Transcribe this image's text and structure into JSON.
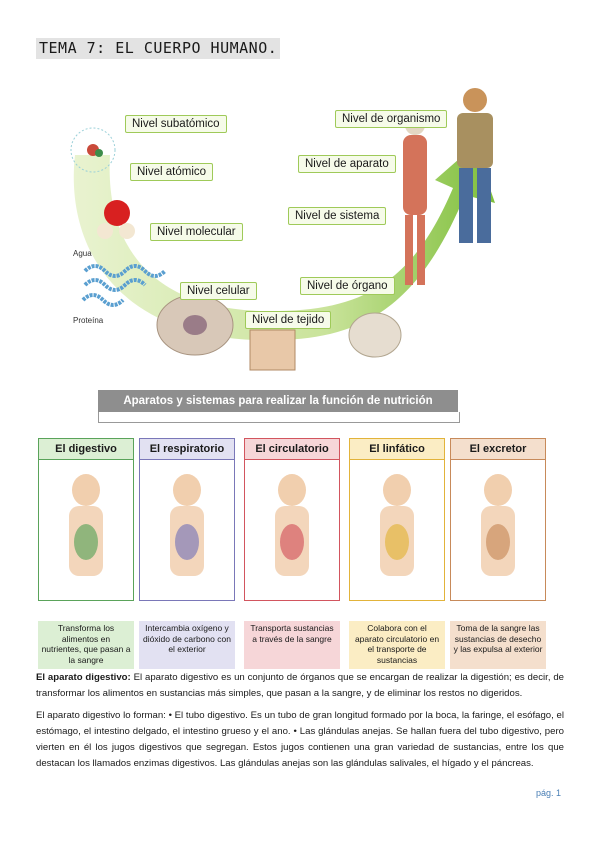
{
  "title": "Tema 7: El cuerpo humano.",
  "levels": {
    "subatomic": "Nivel subatómico",
    "atomic": "Nivel atómico",
    "molecular": "Nivel molecular",
    "cellular": "Nivel celular",
    "tissue": "Nivel de tejido",
    "organ": "Nivel de órgano",
    "system": "Nivel de sistema",
    "apparatus": "Nivel de aparato",
    "organism": "Nivel de organismo",
    "water": "Agua",
    "protein": "Proteína"
  },
  "systems": {
    "title": "Aparatos y sistemas para realizar la función de nutrición",
    "cards": [
      {
        "name": "El digestivo",
        "desc": "Transforma los alimentos en nutrientes, que pasan a la sangre",
        "color": "#5aa35a",
        "bg": "#dcefd4"
      },
      {
        "name": "El respiratorio",
        "desc": "Intercambia oxígeno y dióxido de carbono con el exterior",
        "color": "#7a77b8",
        "bg": "#e2e1f2"
      },
      {
        "name": "El circulatorio",
        "desc": "Transporta sustancias a través de la sangre",
        "color": "#d2555e",
        "bg": "#f6d6d8"
      },
      {
        "name": "El linfático",
        "desc": "Colabora con el aparato circulatorio en el transporte de sustancias",
        "color": "#e2b33a",
        "bg": "#fbedc4"
      },
      {
        "name": "El excretor",
        "desc": "Toma de la sangre las sustancias de desecho y las expulsa al exterior",
        "color": "#c78a5a",
        "bg": "#f4dfcd"
      }
    ]
  },
  "paragraph1": {
    "lead": "El aparato digestivo:",
    "text": " El aparato digestivo es un conjunto de órganos que se encargan de realizar la digestión; es decir, de transformar los alimentos en sustancias más simples, que pasan a la sangre, y de eliminar los restos no digeridos."
  },
  "paragraph2": "El aparato digestivo lo forman: • El tubo digestivo. Es un tubo de gran longitud formado por la boca, la faringe, el esófago, el estómago, el intestino delgado, el intestino grueso y el ano. • Las glándulas anejas. Se hallan fuera del tubo digestivo, pero vierten en él los jugos digestivos que segregan. Estos jugos contienen una gran variedad de sustancias, entre los que destacan los llamados enzimas digestivos. Las glándulas anejas son las glándulas salivales, el hígado y el páncreas.",
  "page_number": "pág. 1"
}
